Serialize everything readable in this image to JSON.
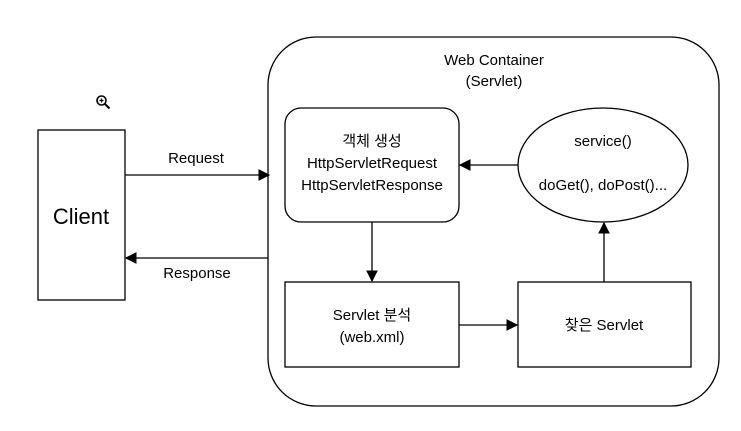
{
  "icons": {
    "zoom": "zoom-in-icon"
  },
  "client": {
    "label": "Client"
  },
  "container": {
    "title_line1": "Web Container",
    "title_line2": "(Servlet)"
  },
  "arrows": {
    "request": "Request",
    "response": "Response"
  },
  "create_box": {
    "line1": "객체 생성",
    "line2": "HttpServletRequest",
    "line3": "HttpServletResponse"
  },
  "service_ellipse": {
    "line1": "service()",
    "line2": "doGet(), doPost()..."
  },
  "analyze_box": {
    "line1": "Servlet 분석",
    "line2": "(web.xml)"
  },
  "found_box": {
    "line1": "찾은 Servlet"
  }
}
